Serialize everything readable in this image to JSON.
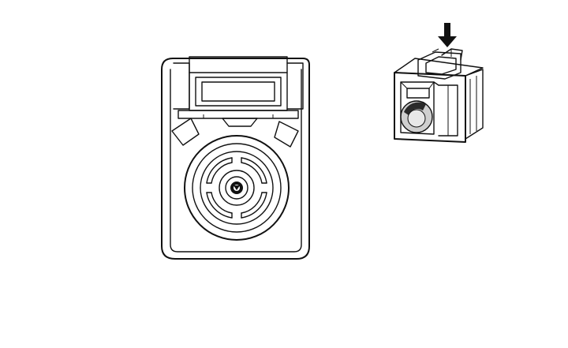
{
  "figure": {
    "kind": "technical line drawing",
    "views": [
      {
        "id": "front-view",
        "subject": "connector-front-face"
      },
      {
        "id": "iso-view",
        "subject": "connector-isometric"
      }
    ],
    "indicator": {
      "icon": "arrow-down-icon",
      "meaning": "insertion-direction"
    }
  },
  "colors": {
    "line": "#111111",
    "background": "#ffffff",
    "shade": "#cfcfcf",
    "dark": "#2a2a2a"
  }
}
